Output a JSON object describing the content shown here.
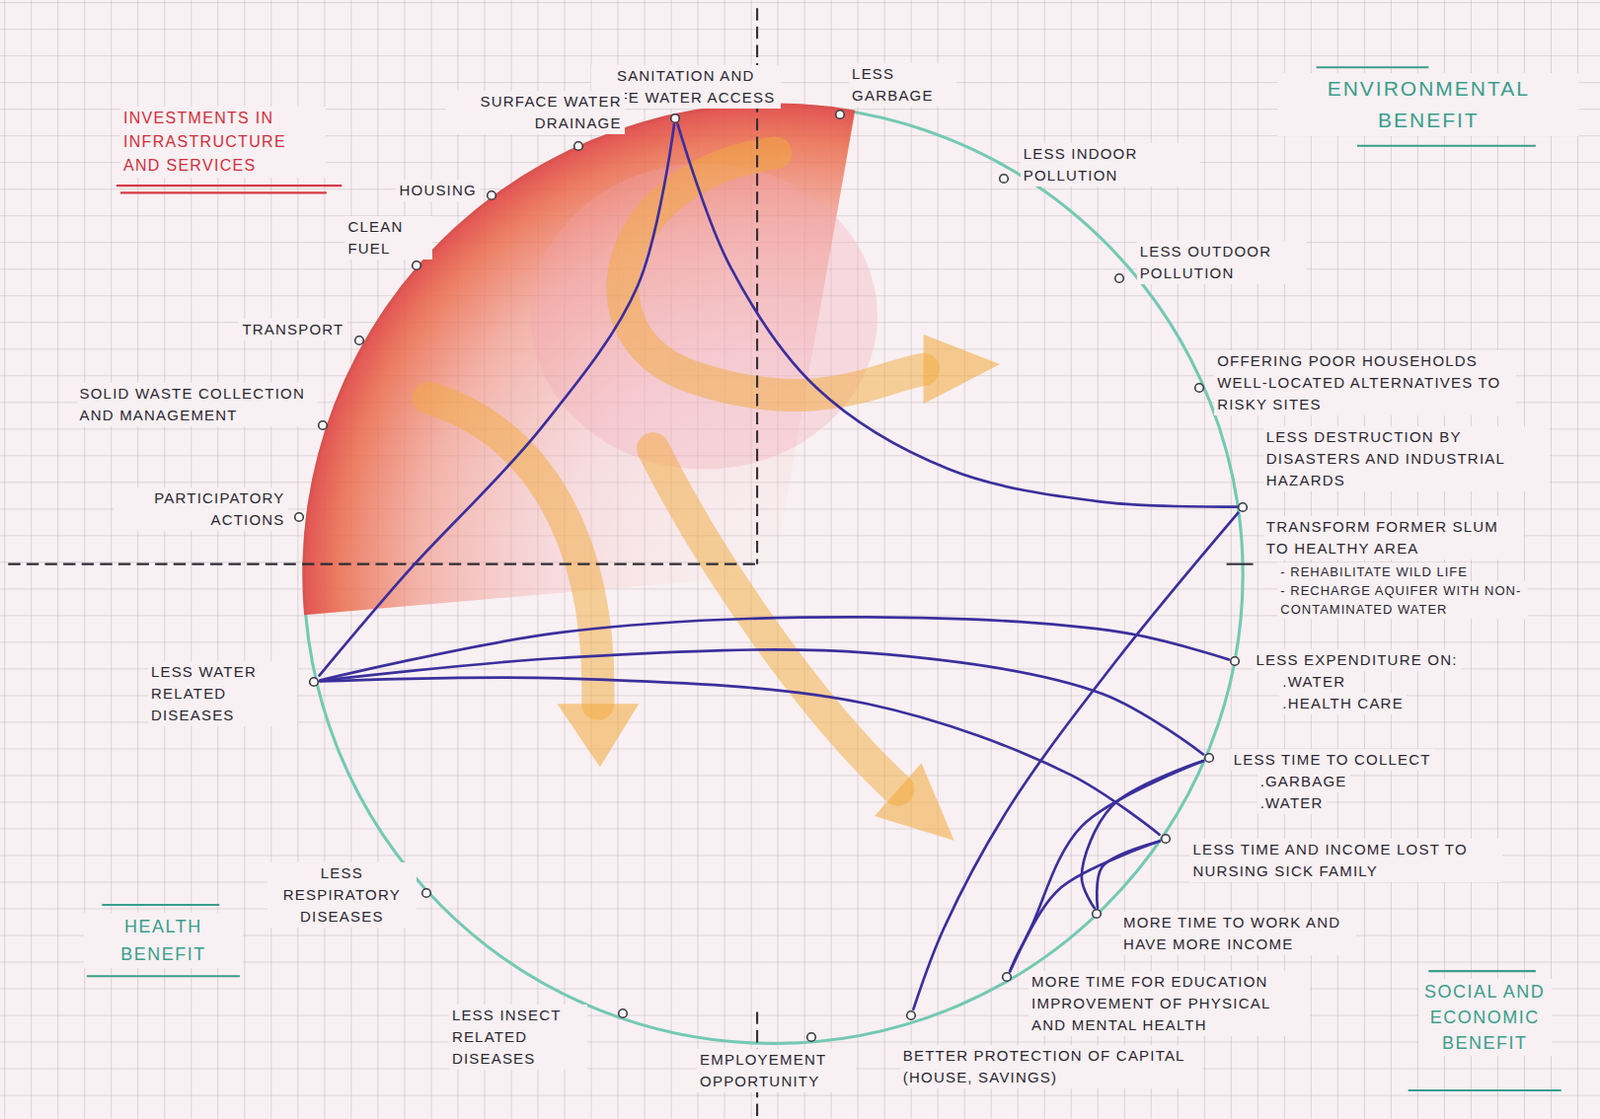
{
  "diagram": {
    "nodes": [
      {
        "text": [
          "SANITATION AND SAFE WATER ACCESS"
        ]
      },
      {
        "text": [
          "SURFACE WATER DRAINAGE"
        ]
      },
      {
        "text": [
          "HOUSING"
        ]
      },
      {
        "text": [
          "CLEAN FUEL"
        ]
      },
      {
        "text": [
          "TRANSPORT"
        ]
      },
      {
        "text": [
          "SOLID WASTE COLLECTION AND MANAGEMENT"
        ]
      },
      {
        "text": [
          "PARTICIPATORY ACTIONS"
        ]
      },
      {
        "text": [
          "LESS GARBAGE"
        ]
      },
      {
        "text": [
          "LESS INDOOR POLLUTION"
        ]
      },
      {
        "text": [
          "LESS OUTDOOR POLLUTION"
        ]
      },
      {
        "text": [
          "OFFERING POOR HOUSEHOLDS WELL-LOCATED ALTERNATIVES TO RISKY SITES"
        ]
      },
      {
        "text": [
          "LESS DESTRUCTION BY DISASTERS AND INDUSTRIAL HAZARDS"
        ]
      },
      {
        "text": [
          "LESS EXPENDITURE ON:",
          ".WATER",
          ".HEALTH CARE"
        ]
      },
      {
        "text": [
          "LESS TIME TO COLLECT",
          ".GARBAGE",
          ".WATER"
        ]
      },
      {
        "text": [
          "LESS TIME AND INCOME LOST TO NURSING SICK FAMILY"
        ]
      },
      {
        "text": [
          "MORE TIME TO WORK AND HAVE MORE INCOME"
        ]
      },
      {
        "text": [
          "MORE TIME FOR EDUCATION IMPROVEMENT OF PHYSICAL AND MENTAL HEALTH"
        ]
      },
      {
        "text": [
          "BETTER PROTECTION OF CAPITAL (HOUSE, SAVINGS)"
        ]
      },
      {
        "text": [
          "EMPLOYEMENT OPPORTUNITY"
        ]
      },
      {
        "text": [
          "LESS INSECT RELATED DISEASES"
        ]
      },
      {
        "text": [
          "LESS RESPIRATORY DISEASES"
        ]
      },
      {
        "text": [
          "LESS WATER RELATED DISEASES"
        ]
      }
    ],
    "edges": [
      {
        "from": 0,
        "to": 21,
        "arrow": "none"
      },
      {
        "from": 0,
        "to": 11,
        "arrow": "none"
      },
      {
        "from": 11,
        "to": 17,
        "arrow": "none"
      },
      {
        "from": 21,
        "to": 12,
        "arrow": "none"
      },
      {
        "from": 21,
        "to": 13,
        "arrow": "none"
      },
      {
        "from": 21,
        "to": 14,
        "arrow": "none"
      },
      {
        "from": 13,
        "to": 15,
        "arrow": "none"
      },
      {
        "from": 13,
        "to": 16,
        "arrow": "none"
      },
      {
        "from": 14,
        "to": 15,
        "arrow": "none"
      },
      {
        "from": 14,
        "to": 16,
        "arrow": "none"
      }
    ],
    "labels": [
      "INVESTMENTS IN INFRASTRUCTURE AND SERVICES",
      "ENVIRONMENTAL BENEFIT",
      "HEALTH BENEFIT",
      "SOCIAL AND ECONOMIC BENEFIT",
      "TRANSFORM FORMER SLUM TO HEALTHY AREA",
      "- REHABILITATE WILD LIFE",
      "- RECHARGE AQUIFER WITH NON-CONTAMINATED WATER"
    ]
  }
}
